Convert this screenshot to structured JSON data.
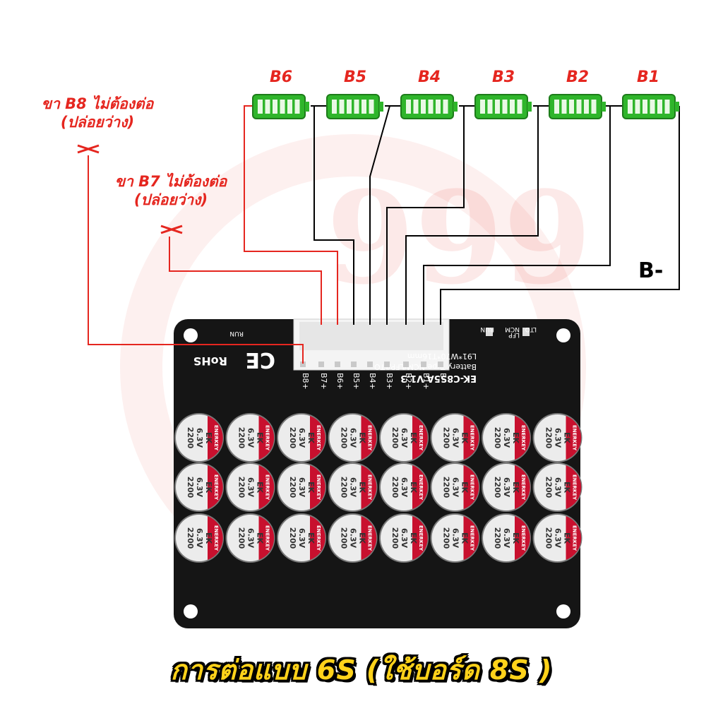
{
  "cells": [
    "B6",
    "B5",
    "B4",
    "B3",
    "B2",
    "B1"
  ],
  "note_b8": {
    "line1": "ขา B8 ไม่ต้องต่อ",
    "line2": "(ปล่อยว่าง)"
  },
  "note_b7": {
    "line1": "ขา B7 ไม่ต้องต่อ",
    "line2": "(ปล่อยว่าง)"
  },
  "b_minus": "B-",
  "caption": "การต่อแบบ 6S (ใช้บอร์ด 8S )",
  "watermark": "999",
  "board": {
    "model": "EK-C8S5A V1.3",
    "battery_type": "Battery Type:NCM/LFP/LTO",
    "dimensions": "L91*W70*T16mm",
    "rohs": "RoHS",
    "ce": "CE",
    "run_label": "RUN",
    "switch_labels": [
      "NCM",
      "LFP",
      "LTO",
      "RUN"
    ],
    "pins": [
      "B8+",
      "B7+",
      "B6+",
      "B5+",
      "B4+",
      "B3+",
      "B2+",
      "B1+",
      "B-"
    ]
  },
  "capacitor": {
    "brand": "ENERKEY",
    "series": "EK",
    "voltage": "6.3V",
    "capacitance": "2200",
    "rows": 3,
    "cols": 8
  },
  "colors": {
    "red": "#e5261f",
    "battery_green": "#2fb52b",
    "board": "#151515",
    "cap_red": "#c8102e",
    "caption_yellow": "#ffd21a"
  }
}
